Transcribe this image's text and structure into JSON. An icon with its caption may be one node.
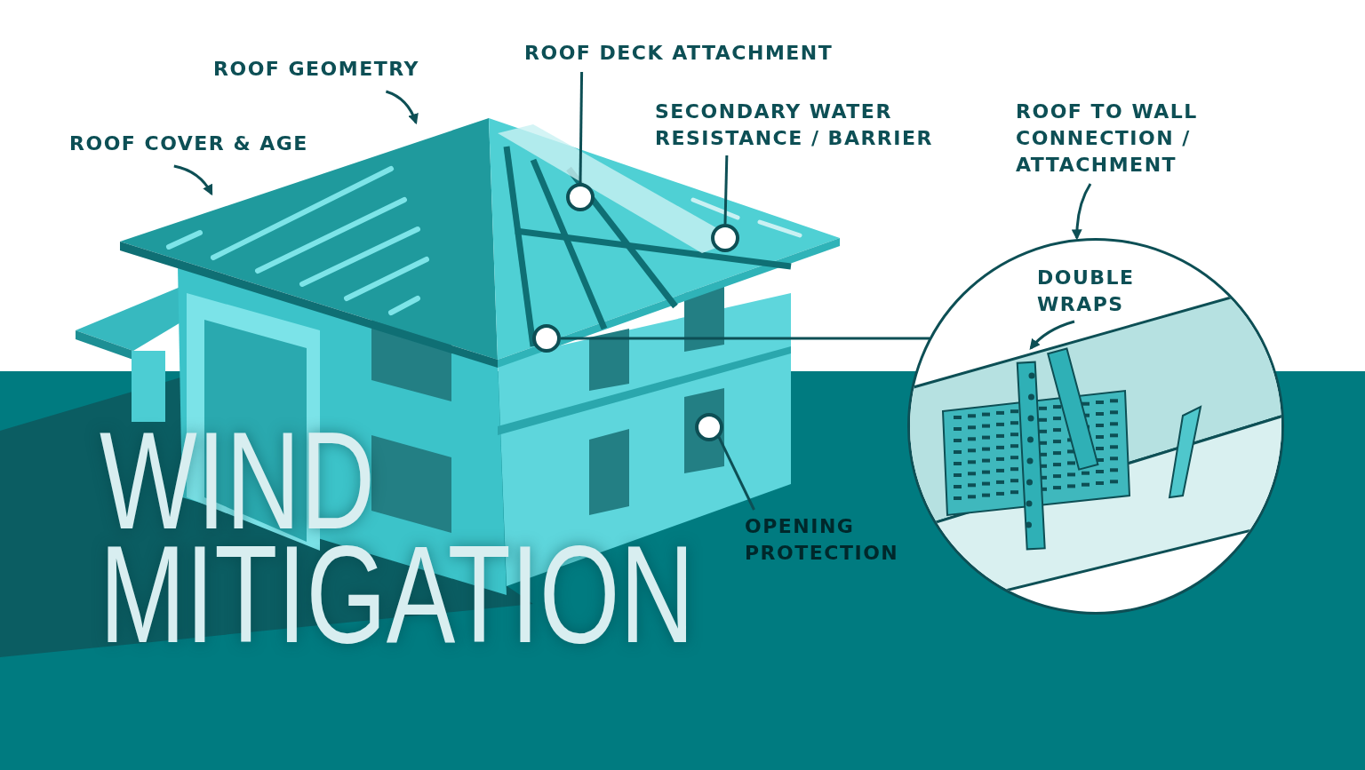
{
  "diagram": {
    "title": "WIND MITIGATION",
    "nodes": [
      {
        "text": [
          "ROOF COVER & AGE"
        ]
      },
      {
        "text": [
          "ROOF GEOMETRY"
        ]
      },
      {
        "text": [
          "ROOF DECK ATTACHMENT"
        ]
      },
      {
        "text": [
          "SECONDARY WATER RESISTANCE / BARRIER"
        ]
      },
      {
        "text": [
          "ROOF TO WALL CONNECTION / ATTACHMENT"
        ]
      },
      {
        "text": [],
        "shape": "circle"
      },
      {
        "text": [],
        "shape": "circle"
      },
      {
        "text": [],
        "shape": "circle"
      },
      {
        "text": [],
        "shape": "circle"
      },
      {
        "text": [],
        "shape": "picture"
      },
      {
        "text": [
          "DOUBLE WRAPS"
        ],
        "in": 9
      },
      {
        "text": [
          "OPENING PROTECTION"
        ]
      }
    ],
    "edges": [
      {
        "from": 0,
        "to": null,
        "arrow": "to"
      },
      {
        "from": 1,
        "to": null,
        "arrow": "to"
      },
      {
        "from": 2,
        "to": 6,
        "arrow": "none"
      },
      {
        "from": 3,
        "to": 8,
        "arrow": "none"
      },
      {
        "from": 4,
        "to": 9,
        "arrow": "to"
      },
      {
        "from": 10,
        "to": null,
        "arrow": "to"
      },
      {
        "from": 5,
        "to": 9,
        "arrow": "none"
      },
      {
        "from": 11,
        "to": 7,
        "arrow": "none"
      }
    ]
  }
}
